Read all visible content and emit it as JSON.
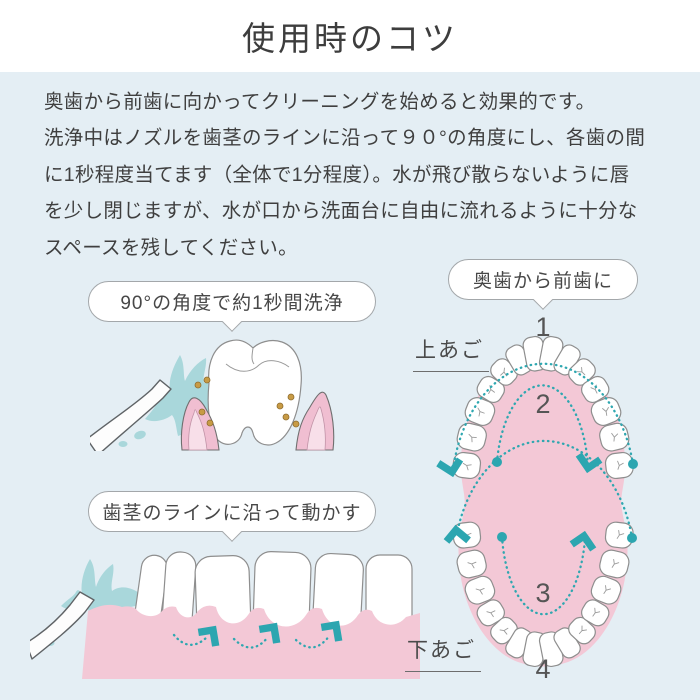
{
  "header": {
    "title": "使用時のコツ"
  },
  "intro": {
    "text": "奥歯から前歯に向かってクリーニングを始めると効果的です。\n洗浄中はノズルを歯茎のラインに沿って９０°の角度にし、各歯の間\nに1秒程度当てます（全体で1分程度）。水が飛び散らないように唇\nを少し閉じますが、水が口から洗面台に自由に流れるように十分な\nスペースを残してください。"
  },
  "callouts": {
    "angle_label": "90°の角度で約1秒間洗浄",
    "gumline_label": "歯茎のラインに沿って動かす",
    "order_label": "奥歯から前歯に"
  },
  "jaw_diagram": {
    "upper_jaw_label": "上あご",
    "lower_jaw_label": "下あご",
    "step_numbers": [
      "1",
      "2",
      "3",
      "4"
    ]
  },
  "colors": {
    "panel_background": "#e4eef4",
    "accent_teal": "#2ca6b0",
    "spray_teal": "#a9d7db",
    "gum_pink": "#f3c8d6",
    "text": "#3f3f3f",
    "plaque_gold": "#c89b45"
  }
}
